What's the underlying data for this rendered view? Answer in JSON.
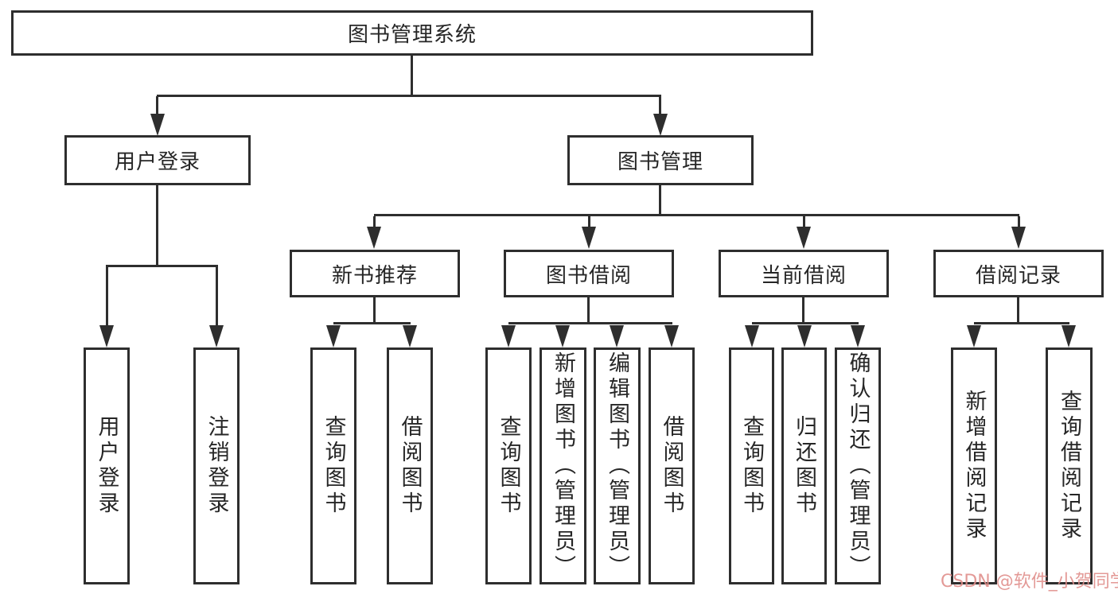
{
  "diagram": {
    "root": {
      "label": "图书管理系统"
    },
    "branches": [
      {
        "label": "用户登录",
        "children": [
          {
            "label": "用户登录"
          },
          {
            "label": "注销登录"
          }
        ]
      },
      {
        "label": "图书管理",
        "groups": [
          {
            "label": "新书推荐",
            "children": [
              {
                "label": "查询图书"
              },
              {
                "label": "借阅图书"
              }
            ]
          },
          {
            "label": "图书借阅",
            "children": [
              {
                "label": "查询图书"
              },
              {
                "label": "新增图书（管理员）"
              },
              {
                "label": "编辑图书（管理员）"
              },
              {
                "label": "借阅图书"
              }
            ]
          },
          {
            "label": "当前借阅",
            "children": [
              {
                "label": "查询图书"
              },
              {
                "label": "归还图书"
              },
              {
                "label": "确认归还（管理员）"
              }
            ]
          },
          {
            "label": "借阅记录",
            "children": [
              {
                "label": "新增借阅记录"
              },
              {
                "label": "查询借阅记录"
              }
            ]
          }
        ]
      }
    ]
  },
  "watermark": {
    "label": "CSDN @软件_小贺同学",
    "color": "#e08e8b"
  },
  "colors": {
    "line": "#2e2e2e",
    "text": "#262626",
    "background": "#ffffff"
  }
}
